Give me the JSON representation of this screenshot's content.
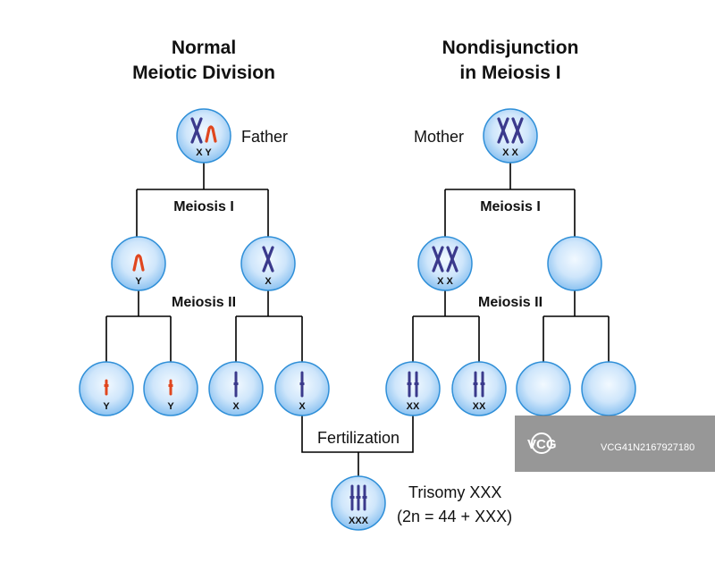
{
  "titles": {
    "left_line1": "Normal",
    "left_line2": "Meiotic Division",
    "right_line1": "Nondisjunction",
    "right_line2": "in Meiosis I"
  },
  "labels": {
    "father": "Father",
    "mother": "Mother",
    "meiosis1_left": "Meiosis I",
    "meiosis1_right": "Meiosis I",
    "meiosis2_left": "Meiosis II",
    "meiosis2_right": "Meiosis II",
    "fertilization": "Fertilization",
    "trisomy_line1": "Trisomy XXX",
    "trisomy_line2": "(2n = 44 + XXX)"
  },
  "cell_labels": {
    "father": "X Y",
    "mother": "X X",
    "father_m1_left": "Y",
    "father_m1_right": "X",
    "mother_m1_left": "X X",
    "gamete_1": "Y",
    "gamete_2": "Y",
    "gamete_3": "X",
    "gamete_4": "X",
    "gamete_5": "XX",
    "gamete_6": "XX",
    "zygote": "XXX"
  },
  "watermark": {
    "logo": "VCG",
    "id": "VCG41N2167927180"
  },
  "colors": {
    "cell_fill_center": "#e8f4ff",
    "cell_fill_edge": "#8ec5f2",
    "cell_stroke": "#2f8fd8",
    "x_chromosome": "#3b3a8c",
    "y_chromosome": "#e0471f",
    "text": "#111111"
  }
}
